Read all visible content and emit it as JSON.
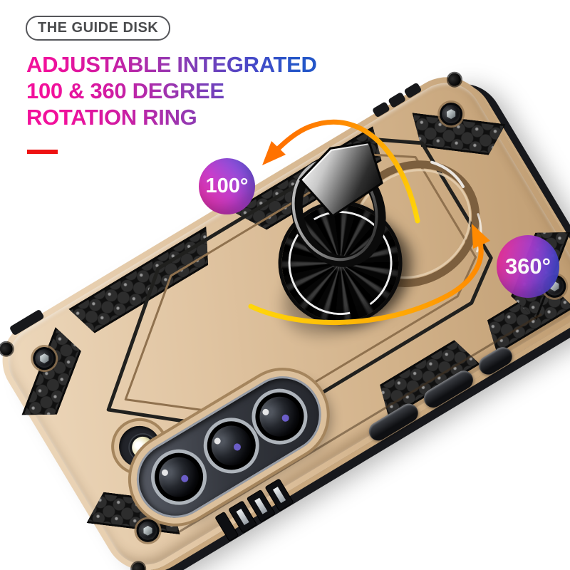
{
  "page": {
    "background": "#ffffff"
  },
  "pill_badge": {
    "label": "THE GUIDE DISK",
    "text_color": "#4a4b4d",
    "border_color": "#55565a"
  },
  "headline": {
    "lines": [
      "ADJUSTABLE INTEGRATED",
      "100 & 360 DEGREE",
      "ROTATION RING"
    ],
    "gradient": [
      "#f2109b",
      "#8e3bb3",
      "#2456c8"
    ],
    "underline_color": "#ee1111"
  },
  "callout_badges": [
    {
      "id": "deg100",
      "label": "100°",
      "gradient": [
        "#e7309f",
        "#7657e2"
      ]
    },
    {
      "id": "deg360",
      "label": "360°",
      "gradient": [
        "#ea2f97",
        "#3e4fd9"
      ]
    }
  ],
  "arrows": {
    "flip_arrow_icon": "curved-arrow-100-rotation",
    "spin_arrow_icon": "curved-arrow-360-rotation",
    "color_start": "#ffd60a",
    "color_end": "#ff7a00"
  },
  "product_render": {
    "case_color": "#d9bd9c",
    "armor_texture_color": "#161616",
    "camera_island_color": "#34373e",
    "ring_stand_color": "#0b0b0b",
    "features": [
      "honeycomb-armor-texture",
      "ring-kickstand",
      "triple-camera-cutout",
      "corner-screws",
      "speaker-grille",
      "side-buttons"
    ]
  }
}
